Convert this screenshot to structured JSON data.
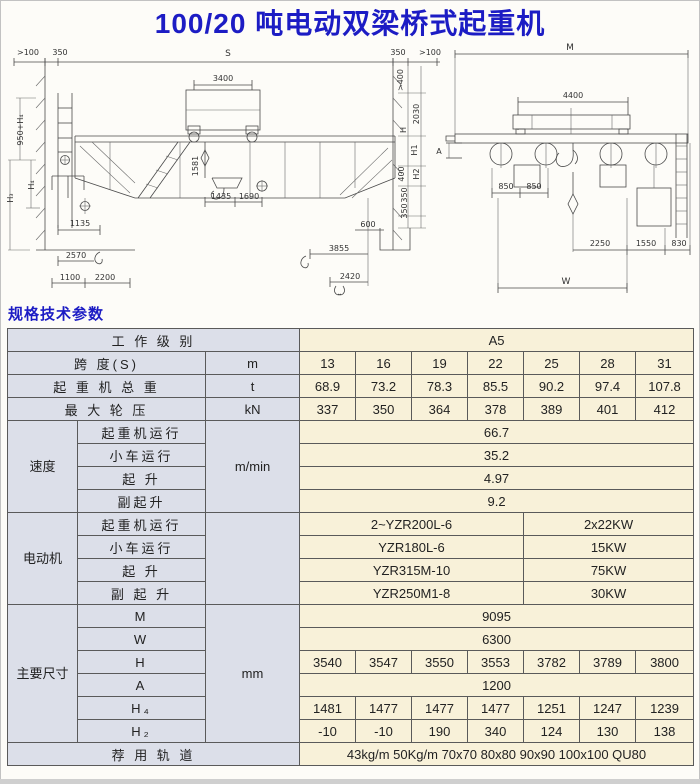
{
  "title": "100/20 吨电动双梁桥式起重机",
  "section_heading": "规格技术参数",
  "colors": {
    "accent_blue": "#1c1cc4",
    "table_left_bg": "#dcdfe9",
    "table_data_bg": "#f8f1d9",
    "line": "#4a4a4a"
  },
  "dwg": {
    "front": {
      "gap_l": ">100",
      "off_l": "350",
      "span": "S",
      "gauge": "3400",
      "off_r": "350",
      "gap_r": ">100",
      "clr": ">400",
      "d2030": "2030",
      "h": "H",
      "h1": "H1",
      "h2": "H2",
      "d400": "400",
      "d350a": "350",
      "d350b": "350",
      "d600": "600",
      "railh": "950+H₄",
      "h4": "H₄",
      "h3": "H₃",
      "d1135": "1135",
      "d2570": "2570",
      "d1100": "1100",
      "d2200": "2200",
      "d1581": "1581",
      "d1435": "1435",
      "d1690": "1690",
      "d3855": "3855",
      "d2420": "2420"
    },
    "side": {
      "m": "M",
      "d4400": "4400",
      "a": "A",
      "d850a": "850",
      "d850b": "850",
      "d2250": "2250",
      "d1550": "1550",
      "d830": "830",
      "w": "W"
    }
  },
  "table": {
    "grade": {
      "label": "工 作 级 别",
      "value": "A5"
    },
    "span": {
      "label": "跨      度(S)",
      "unit": "m",
      "values": [
        "13",
        "16",
        "19",
        "22",
        "25",
        "28",
        "31"
      ]
    },
    "weight": {
      "label": "起 重 机 总 重",
      "unit": "t",
      "values": [
        "68.9",
        "73.2",
        "78.3",
        "85.5",
        "90.2",
        "97.4",
        "107.8"
      ]
    },
    "wheel": {
      "label": "最 大 轮 压",
      "unit": "kN",
      "values": [
        "337",
        "350",
        "364",
        "378",
        "389",
        "401",
        "412"
      ]
    },
    "speed": {
      "group": "速度",
      "unit": "m/min",
      "rows": [
        {
          "label": "起重机运行",
          "value": "66.7"
        },
        {
          "label": "小车运行",
          "value": "35.2"
        },
        {
          "label": "起    升",
          "value": "4.97"
        },
        {
          "label": "副起升",
          "value": "9.2"
        }
      ]
    },
    "motor": {
      "group": "电动机",
      "rows": [
        {
          "label": "起重机运行",
          "model": "2~YZR200L-6",
          "power": "2x22KW"
        },
        {
          "label": "小车运行",
          "model": "YZR180L-6",
          "power": "15KW"
        },
        {
          "label": "起    升",
          "model": "YZR315M-10",
          "power": "75KW"
        },
        {
          "label": "副 起 升",
          "model": "YZR250M1-8",
          "power": "30KW"
        }
      ]
    },
    "dims": {
      "group": "主要尺寸",
      "unit": "mm",
      "rows": [
        {
          "label": "M",
          "value": "9095"
        },
        {
          "label": "W",
          "value": "6300"
        },
        {
          "label": "H",
          "values": [
            "3540",
            "3547",
            "3550",
            "3553",
            "3782",
            "3789",
            "3800"
          ]
        },
        {
          "label": "A",
          "value": "1200"
        },
        {
          "label": "H₄",
          "values": [
            "1481",
            "1477",
            "1477",
            "1477",
            "1251",
            "1247",
            "1239"
          ]
        },
        {
          "label": "H₂",
          "values": [
            "-10",
            "-10",
            "190",
            "340",
            "124",
            "130",
            "138"
          ]
        }
      ]
    },
    "rail": {
      "label": "荐 用 轨 道",
      "value": "43kg/m   50Kg/m   70x70 80x80   90x90   100x100   QU80"
    }
  }
}
